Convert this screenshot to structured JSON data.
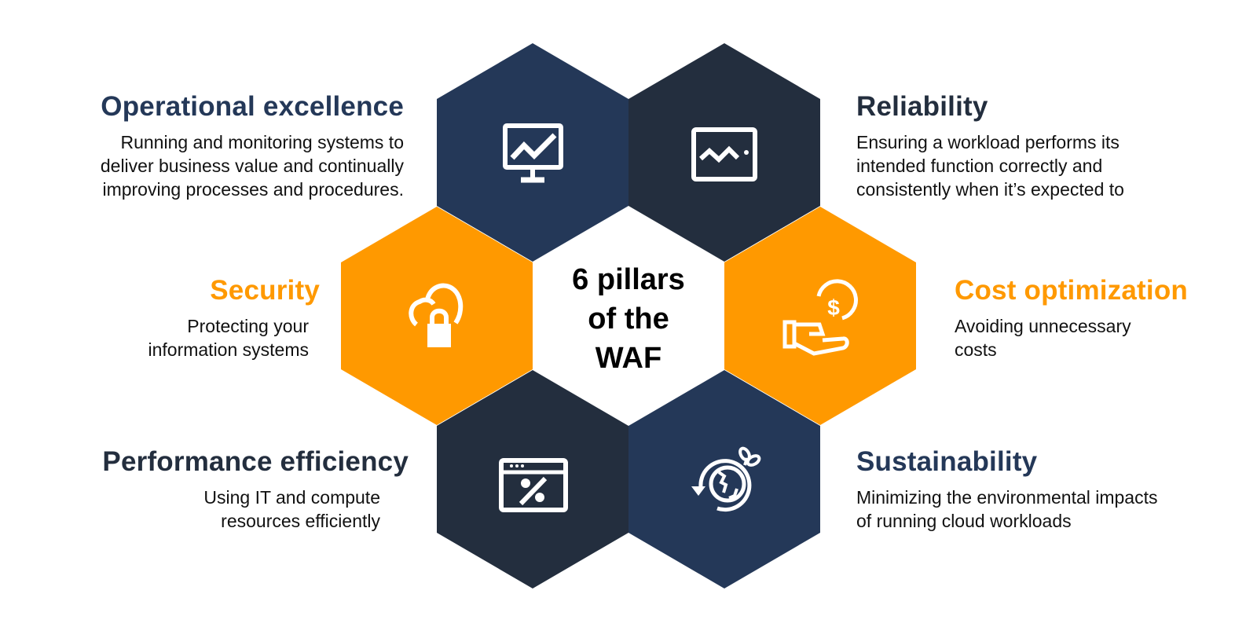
{
  "colors": {
    "navy": "#243858",
    "dark": "#232e3e",
    "orange": "#ff9900",
    "center": "#ffffff",
    "icon": "#ffffff",
    "body_text": "#111111"
  },
  "center": {
    "lines": [
      "6 pillars",
      "of the",
      "WAF"
    ]
  },
  "pillars": [
    {
      "id": "operational-excellence",
      "title": "Operational excellence",
      "title_color": "#243858",
      "hex_color": "#243858",
      "icon": "monitor-chart-icon",
      "description": [
        "Running and monitoring systems to",
        "deliver business value and continually",
        "improving processes and procedures."
      ]
    },
    {
      "id": "reliability",
      "title": "Reliability",
      "title_color": "#232e3e",
      "hex_color": "#232e3e",
      "icon": "tablet-chart-icon",
      "description": [
        "Ensuring a workload performs its",
        "intended function correctly and",
        "consistently when it’s expected to"
      ]
    },
    {
      "id": "security",
      "title": "Security",
      "title_color": "#ff9900",
      "hex_color": "#ff9900",
      "icon": "cloud-lock-icon",
      "description": [
        "Protecting your",
        "information systems"
      ]
    },
    {
      "id": "cost-optimization",
      "title": "Cost optimization",
      "title_color": "#ff9900",
      "hex_color": "#ff9900",
      "icon": "hand-dollar-icon",
      "description": [
        "Avoiding unnecessary",
        "costs"
      ]
    },
    {
      "id": "performance-efficiency",
      "title": "Performance efficiency",
      "title_color": "#232e3e",
      "hex_color": "#232e3e",
      "icon": "browser-percent-icon",
      "description": [
        "Using IT and compute",
        "resources efficiently"
      ]
    },
    {
      "id": "sustainability",
      "title": "Sustainability",
      "title_color": "#243858",
      "hex_color": "#243858",
      "icon": "globe-sprout-cycle-icon",
      "description": [
        "Minimizing the environmental impacts",
        "of running cloud workloads"
      ]
    }
  ]
}
